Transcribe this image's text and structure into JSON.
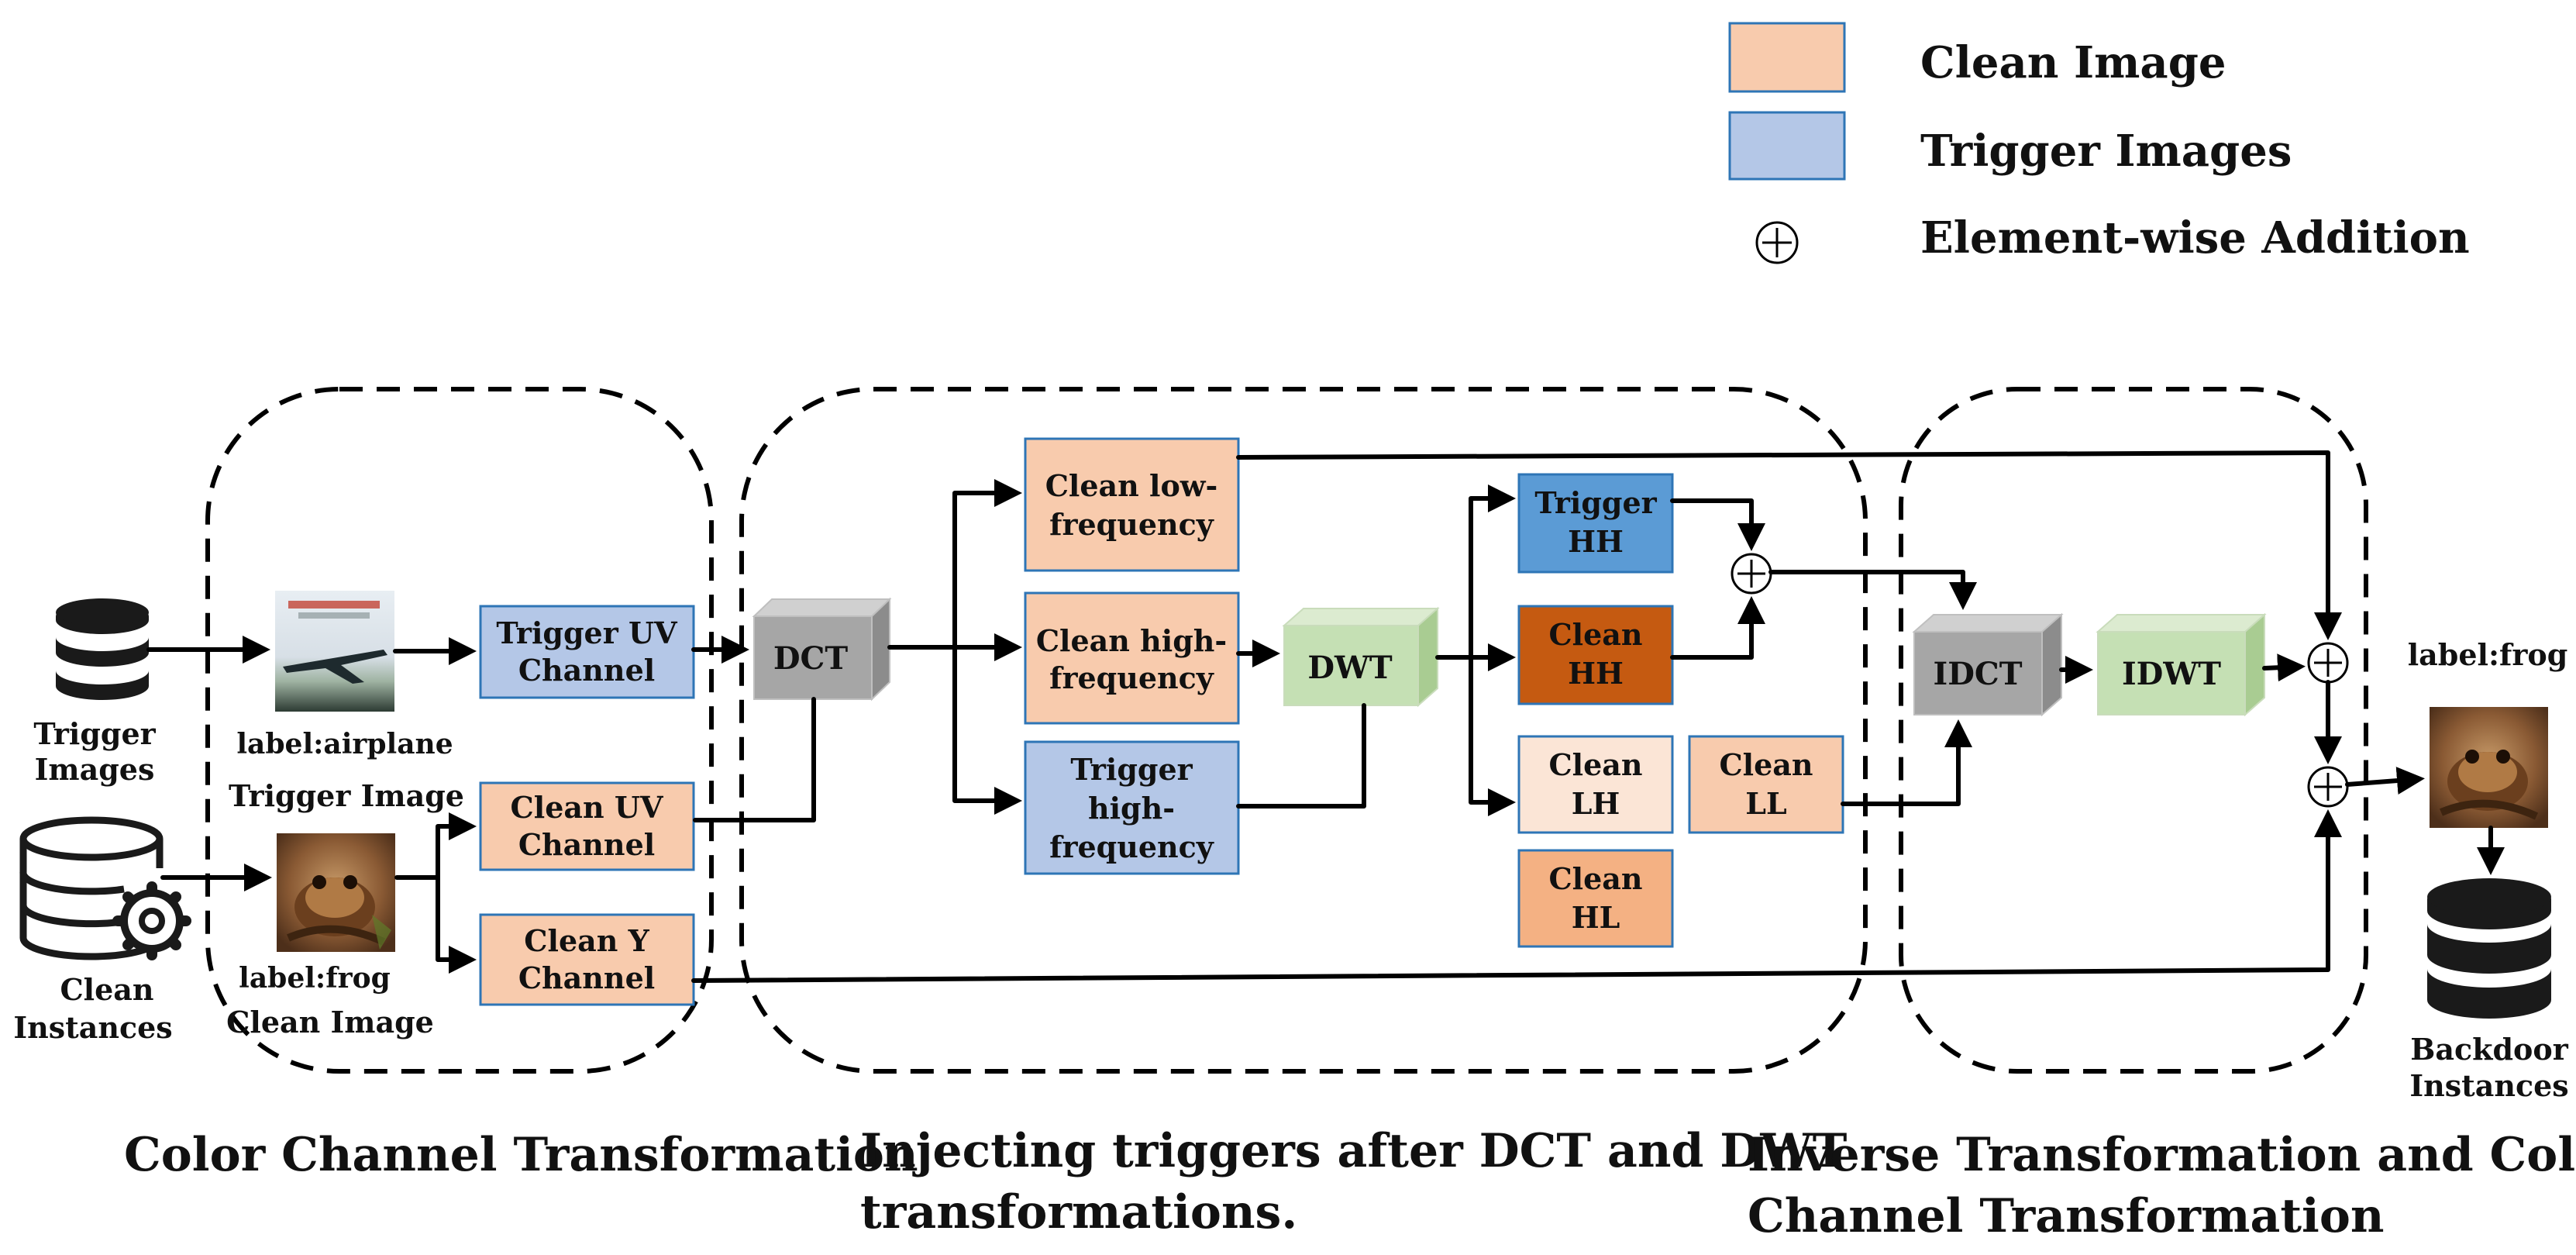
{
  "legend": {
    "clean": "Clean Image",
    "trigger": "Trigger Images",
    "add": "Element-wise Addition"
  },
  "colors": {
    "clean": "#F8CBAD",
    "trigger": "#B4C7E7",
    "trigger_hh": "#5B9BD5",
    "clean_hh": "#C55A11",
    "clean_lh": "#FBE5D6",
    "clean_hl": "#F4B183",
    "dct": "#A6A6A6",
    "dwt": "#C5E0B4"
  },
  "inputs": {
    "trigger_db": [
      "Trigger",
      "Images"
    ],
    "clean_db": [
      "Clean",
      "Instances"
    ],
    "airplane_label": "label:airplane",
    "trigger_image_caption": "Trigger Image",
    "frog_label": "label:frog",
    "clean_image_caption": "Clean Image"
  },
  "channels": {
    "trigger_uv": [
      "Trigger UV",
      "Channel"
    ],
    "clean_uv": [
      "Clean UV",
      "Channel"
    ],
    "clean_y": [
      "Clean Y",
      "Channel"
    ]
  },
  "transforms": {
    "dct": "DCT",
    "dwt": "DWT",
    "idct": "IDCT",
    "idwt": "IDWT"
  },
  "bands": {
    "clean_low": [
      "Clean low-",
      "frequency"
    ],
    "clean_high": [
      "Clean high-",
      "frequency"
    ],
    "trigger_high": [
      "Trigger",
      "high-",
      "frequency"
    ]
  },
  "subbands": {
    "trigger_hh": [
      "Trigger",
      "HH"
    ],
    "clean_hh": [
      "Clean",
      "HH"
    ],
    "clean_lh": [
      "Clean",
      "LH"
    ],
    "clean_ll": [
      "Clean",
      "LL"
    ],
    "clean_hl": [
      "Clean",
      "HL"
    ]
  },
  "outputs": {
    "frog_label": "label:frog",
    "backdoor_db": [
      "Backdoor",
      "Instances"
    ]
  },
  "sections": {
    "color": "Color Channel Transformation",
    "inject": [
      "Injecting triggers after DCT and DWT",
      "transformations."
    ],
    "inverse": [
      "Inverse Transformation and Color",
      "Channel Transformation"
    ]
  }
}
